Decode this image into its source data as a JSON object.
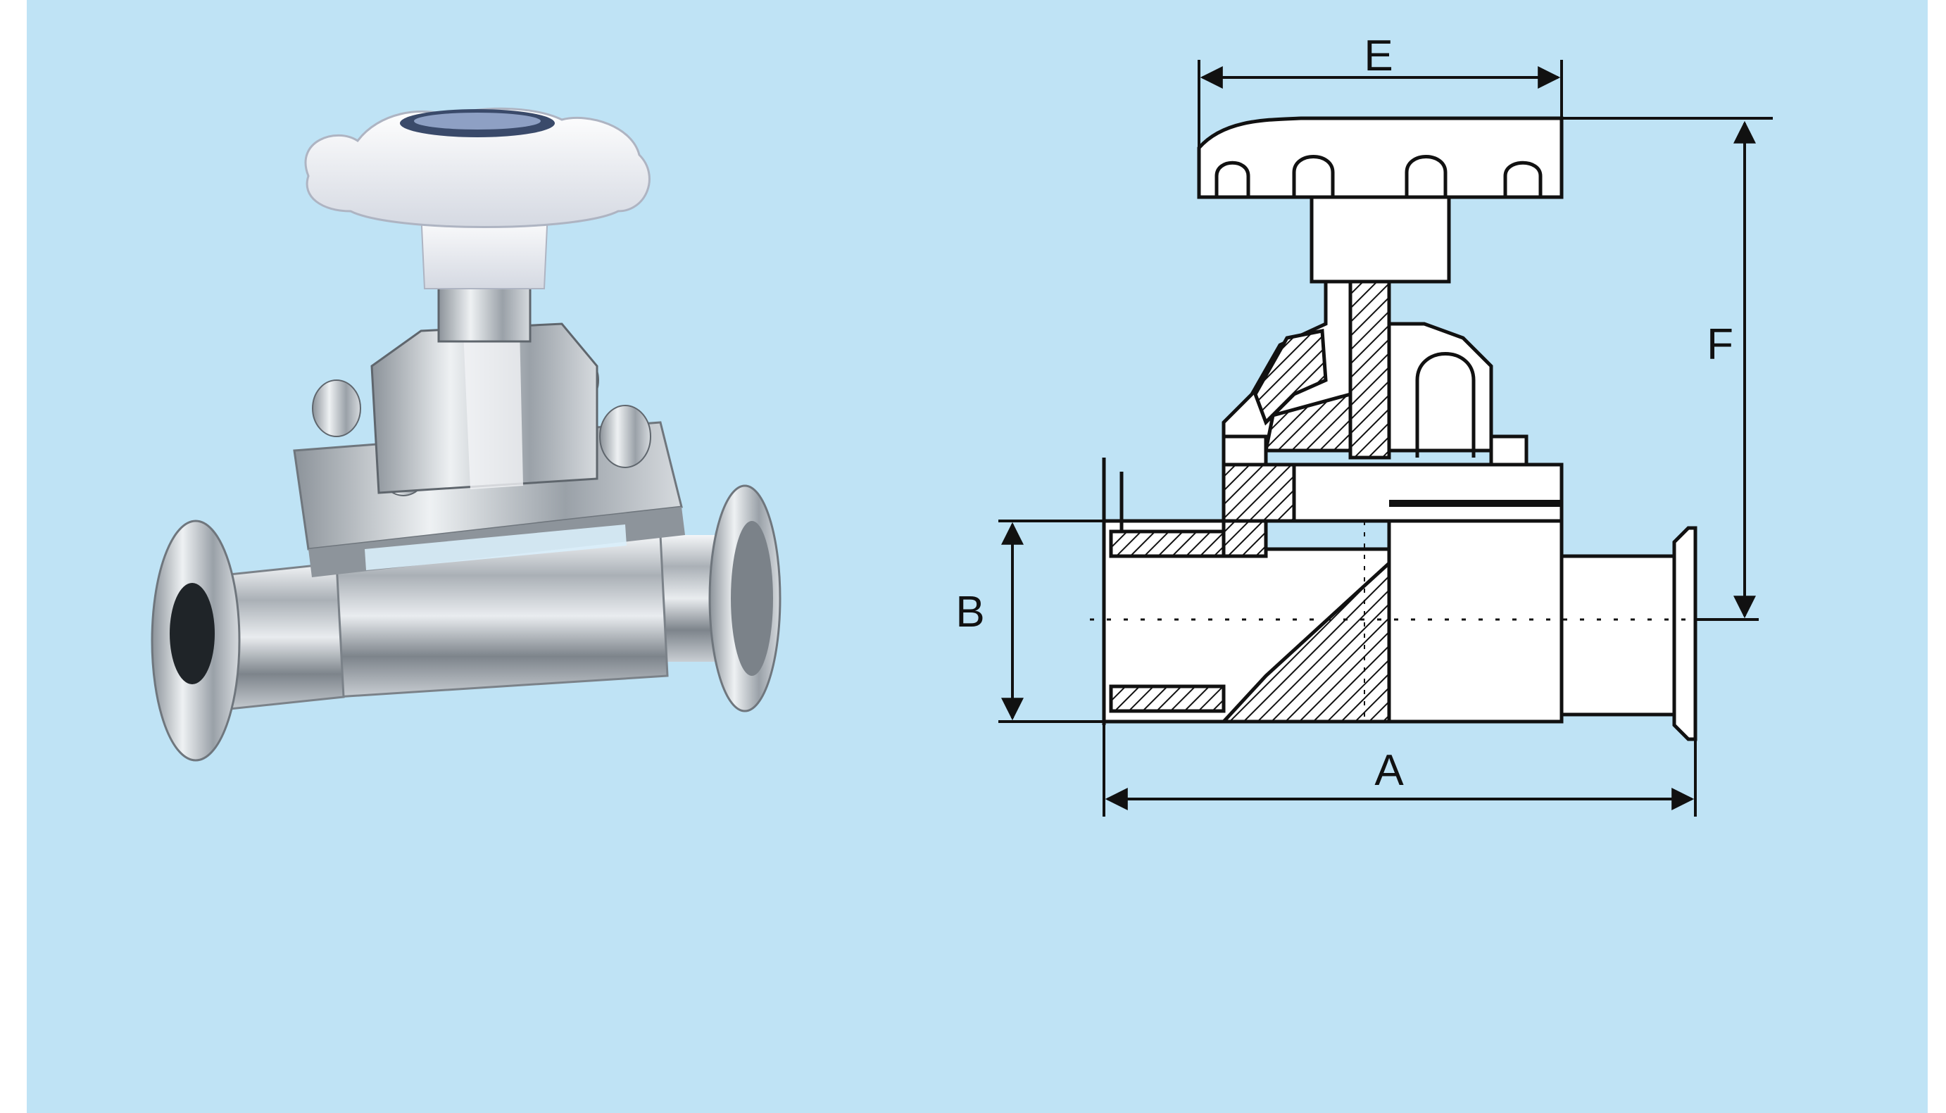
{
  "figure": {
    "background_color": "#bfe3f5",
    "line_color": "#111111",
    "photo_item": "diagram-valve-photo",
    "drawing_item": "technical-section-drawing"
  },
  "dimensions": {
    "e": "E",
    "f": "F",
    "b": "B",
    "a": "A"
  }
}
